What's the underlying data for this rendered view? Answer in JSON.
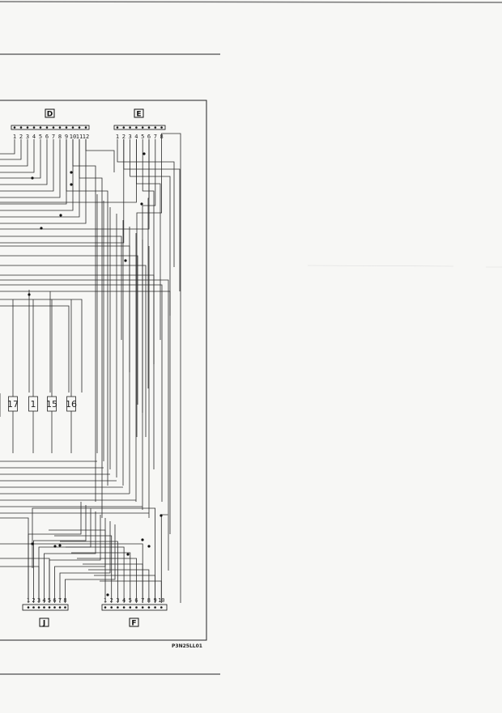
{
  "connectors": {
    "D": {
      "letter": "D",
      "pins": [
        "1",
        "2",
        "3",
        "4",
        "5",
        "6",
        "7",
        "8",
        "9",
        "10",
        "11",
        "12"
      ]
    },
    "E": {
      "letter": "E",
      "pins": [
        "1",
        "2",
        "3",
        "4",
        "5",
        "6",
        "7",
        "8"
      ]
    },
    "J": {
      "letter": "J",
      "pins": [
        "1",
        "2",
        "3",
        "4",
        "5",
        "6",
        "7",
        "8"
      ]
    },
    "F": {
      "letter": "F",
      "pins": [
        "1",
        "2",
        "3",
        "4",
        "5",
        "6",
        "7",
        "8",
        "9",
        "10"
      ]
    }
  },
  "fuses": [
    "17",
    "1",
    "15",
    "16"
  ],
  "reference_code": "P3N25LL01",
  "colors": {
    "ink": "#2a2a2a",
    "paper": "#f7f7f5"
  }
}
